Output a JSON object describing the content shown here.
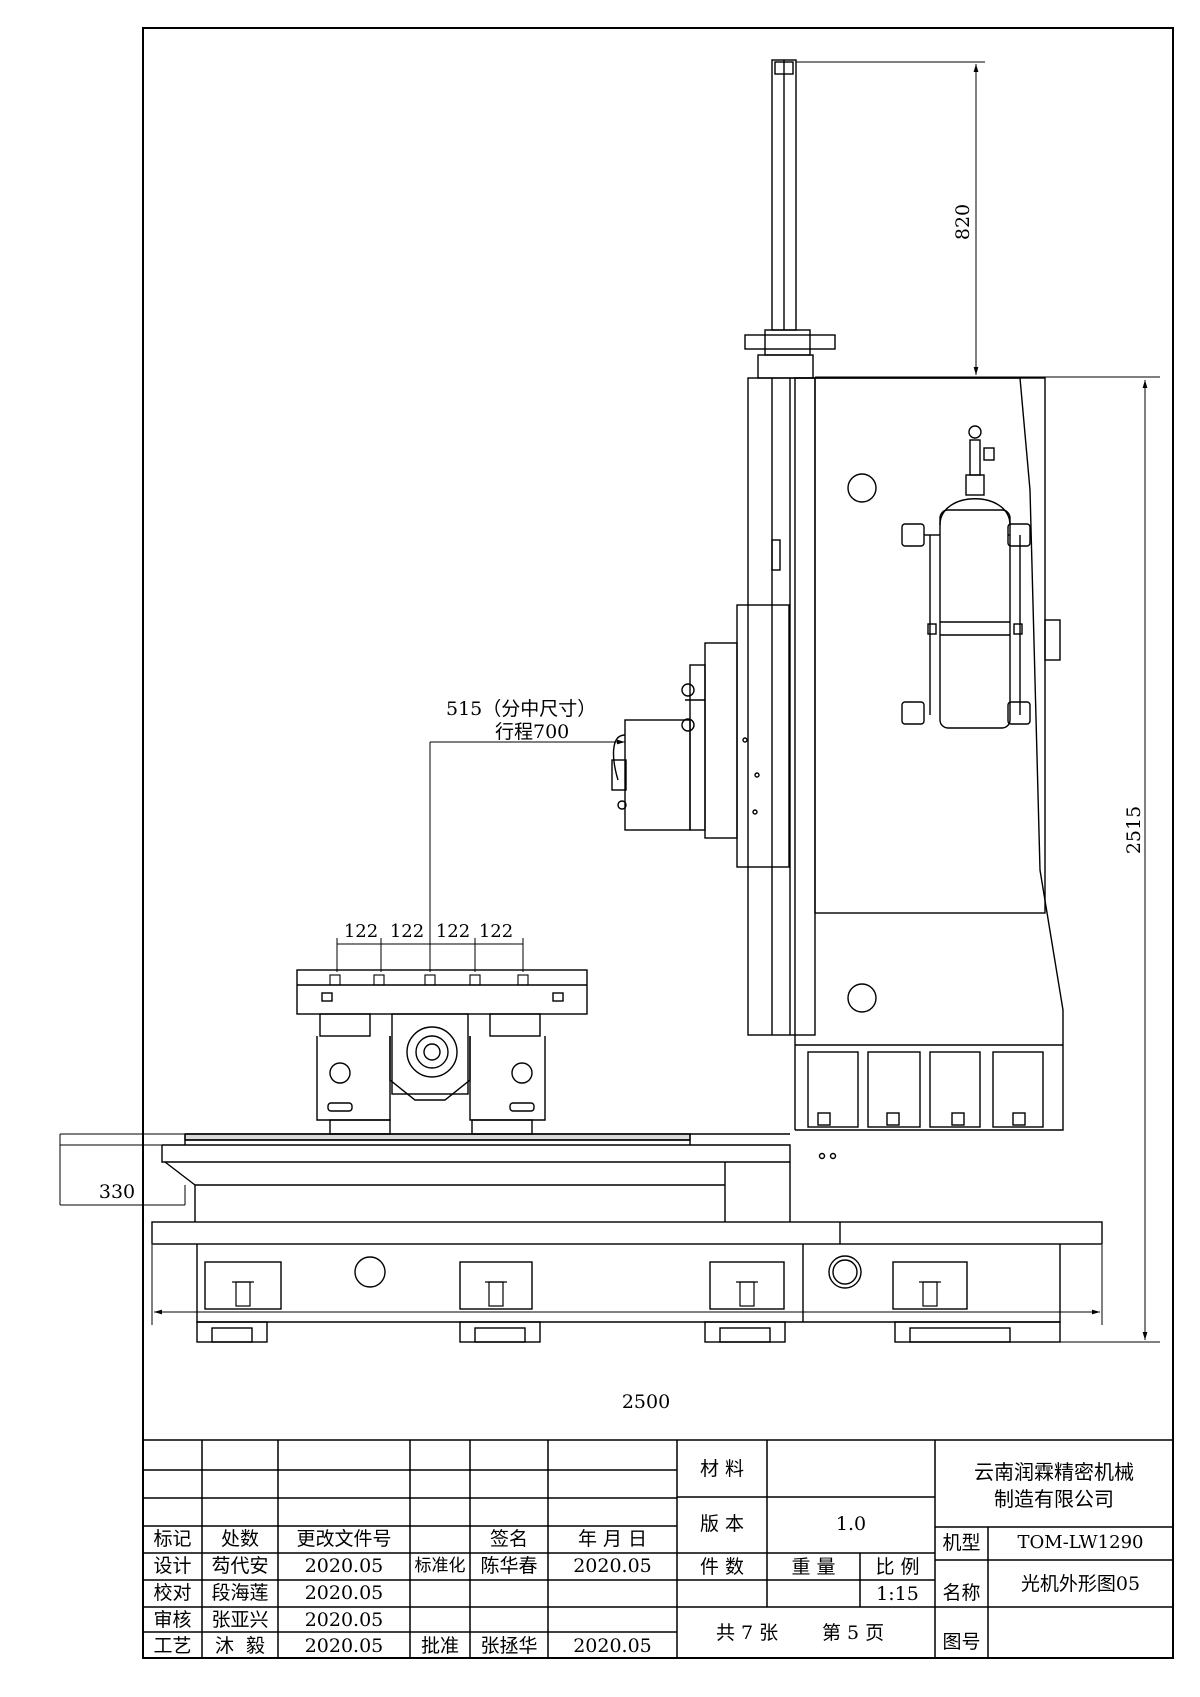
{
  "dimensions": {
    "column_travel": "820",
    "overall_height": "2515",
    "overall_width": "2500",
    "rail_height": "330",
    "slot_pitch": [
      "122",
      "122",
      "122",
      "122"
    ],
    "center_note": "515（分中尺寸）",
    "travel_note": "行程700"
  },
  "title_block": {
    "rev_headers": {
      "mark": "标记",
      "zone": "处数",
      "doc": "更改文件号",
      "sign": "签名",
      "date": "年 月 日"
    },
    "rows": [
      {
        "role": "设计",
        "name": "芶代安",
        "date": "2020.05",
        "role2": "标准化",
        "name2": "陈华春",
        "date2": "2020.05"
      },
      {
        "role": "校对",
        "name": "段海莲",
        "date": "2020.05",
        "role2": "",
        "name2": "",
        "date2": ""
      },
      {
        "role": "审核",
        "name": "张亚兴",
        "date": "2020.05",
        "role2": "",
        "name2": "",
        "date2": ""
      },
      {
        "role": "工艺",
        "name": "沐  毅",
        "date": "2020.05",
        "role2": "批准",
        "name2": "张拯华",
        "date2": "2020.05"
      }
    ],
    "material_label": "材 料",
    "version_label": "版 本",
    "version_value": "1.0",
    "qty_label": "件 数",
    "weight_label": "重 量",
    "scale_label": "比 例",
    "scale_value": "1:15",
    "sheets": "共 7 张",
    "page": "第 5 页",
    "company_line1": "云南润霖精密机械",
    "company_line2": "制造有限公司",
    "model_label": "机型",
    "model_value": "TOM-LW1290",
    "name_label": "名称",
    "name_value": "光机外形图05",
    "drawing_no_label": "图号"
  }
}
